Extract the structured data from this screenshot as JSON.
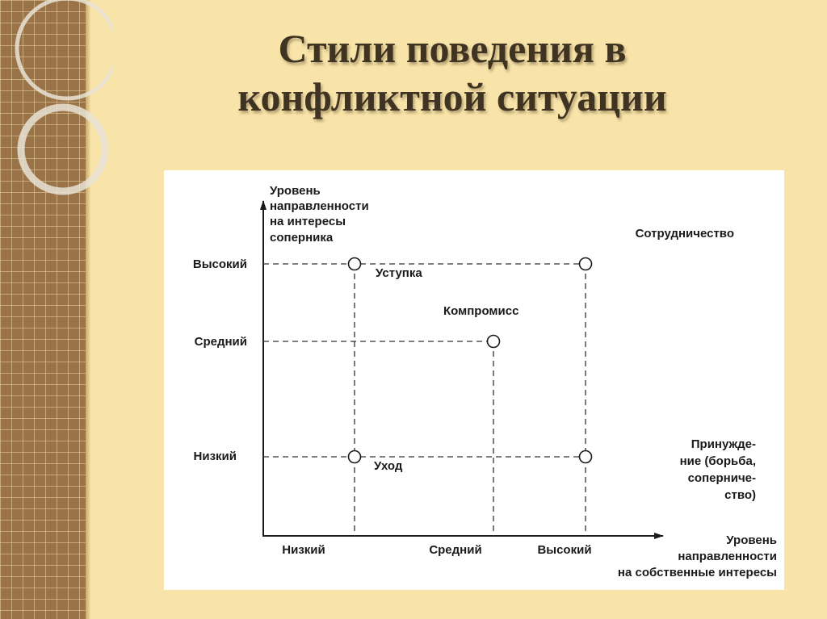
{
  "slide": {
    "title_line1": "Стили поведения в",
    "title_line2": "конфликтной ситуации"
  },
  "diagram": {
    "y_axis_title": [
      "Уровень",
      "направленности",
      "на интересы",
      "соперника"
    ],
    "x_axis_title": [
      "Уровень",
      "направленности",
      "на собственные интересы"
    ],
    "y_levels": [
      "Высокий",
      "Средний",
      "Низкий"
    ],
    "x_levels": [
      "Низкий",
      "Средний",
      "Высокий"
    ],
    "styles": {
      "cooperation": "Сотрудничество",
      "concession": "Уступка",
      "compromise": "Компромисс",
      "avoidance": "Уход",
      "coercion": [
        "Принужде-",
        "ние (борьба,",
        "соперниче-",
        "ство)"
      ]
    },
    "colors": {
      "panel": "#ffffff",
      "background": "#f8e4a9",
      "strip": "#9a7448"
    }
  }
}
